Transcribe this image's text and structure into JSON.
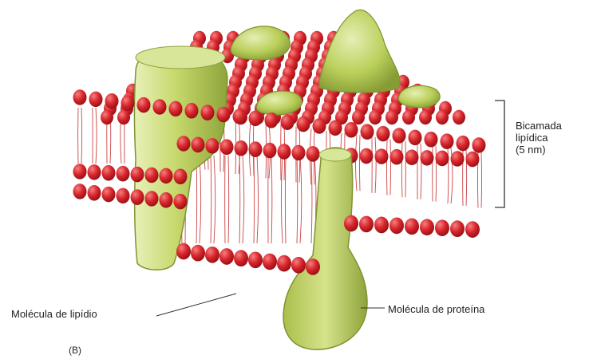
{
  "labels": {
    "bilayer_line1": "Bicamada",
    "bilayer_line2": "lipídica",
    "bilayer_line3": "(5 nm)",
    "lipid_molecule": "Molécula de lipídio",
    "protein_molecule": "Molécula de proteína",
    "panel": "(B)"
  },
  "colors": {
    "lipid_head": "#d8262c",
    "lipid_head_highlight": "#f26a6a",
    "lipid_tail": "#c44",
    "protein_fill": "#b9cf5a",
    "protein_light": "#e6efb4",
    "protein_edge": "#7e9431"
  }
}
